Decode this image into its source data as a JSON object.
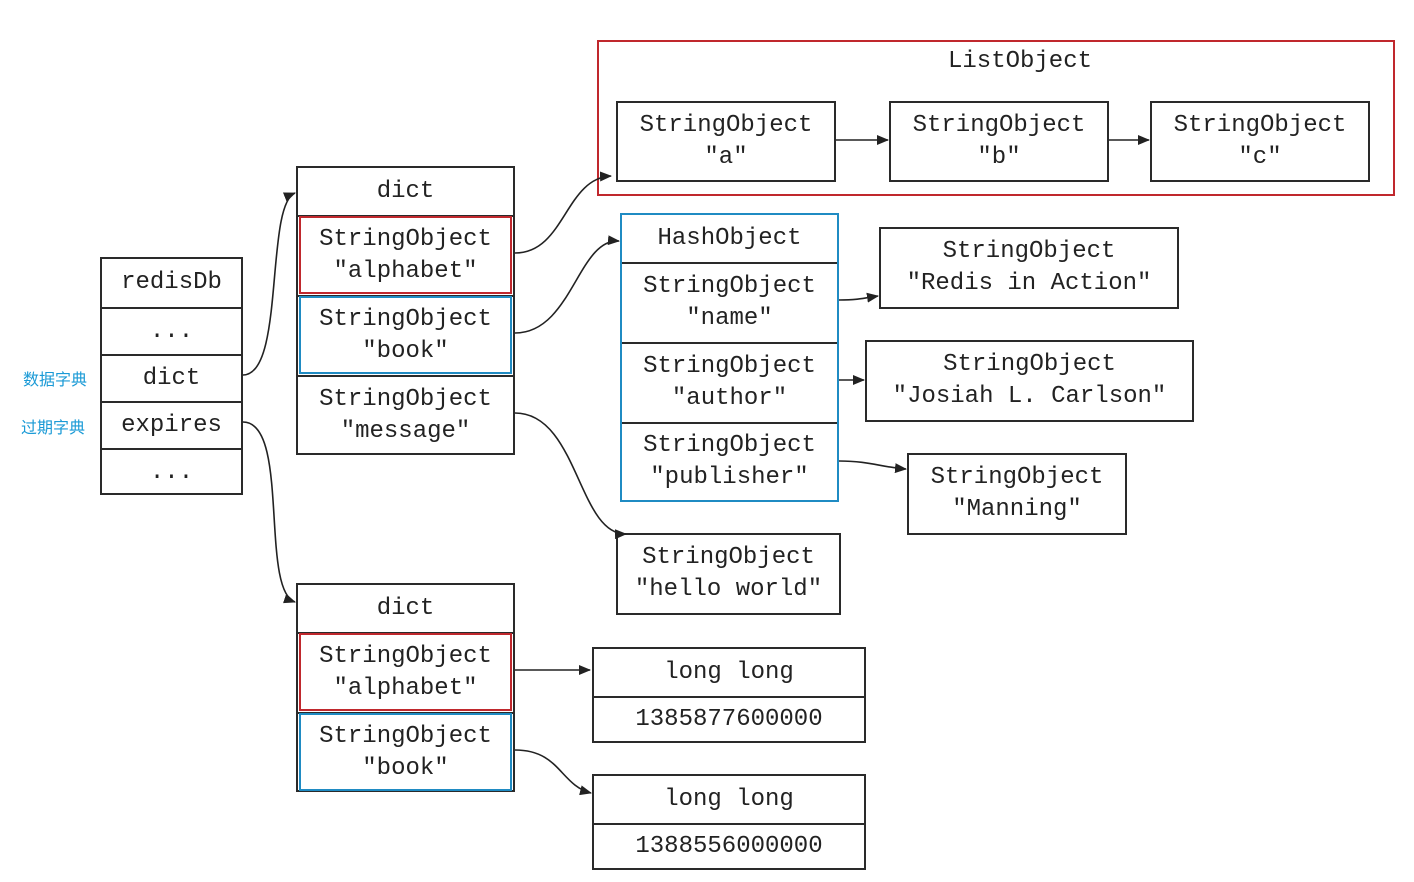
{
  "labels": {
    "data_dict": "数据字典",
    "expire_dict": "过期字典"
  },
  "redisdb": {
    "rows": [
      "redisDb",
      "...",
      "dict",
      "expires",
      "..."
    ]
  },
  "dict_main": {
    "header": "dict",
    "entries": [
      {
        "type": "StringObject",
        "value": "\"alphabet\""
      },
      {
        "type": "StringObject",
        "value": "\"book\""
      },
      {
        "type": "StringObject",
        "value": "\"message\""
      }
    ]
  },
  "list_object": {
    "title": "ListObject",
    "items": [
      {
        "type": "StringObject",
        "value": "\"a\""
      },
      {
        "type": "StringObject",
        "value": "\"b\""
      },
      {
        "type": "StringObject",
        "value": "\"c\""
      }
    ]
  },
  "hash_object": {
    "title": "HashObject",
    "fields": [
      {
        "type": "StringObject",
        "value": "\"name\""
      },
      {
        "type": "StringObject",
        "value": "\"author\""
      },
      {
        "type": "StringObject",
        "value": "\"publisher\""
      }
    ]
  },
  "hash_values": [
    {
      "type": "StringObject",
      "value": "\"Redis in Action\""
    },
    {
      "type": "StringObject",
      "value": "\"Josiah L. Carlson\""
    },
    {
      "type": "StringObject",
      "value": "\"Manning\""
    }
  ],
  "message_value": {
    "type": "StringObject",
    "value": "\"hello world\""
  },
  "dict_expires": {
    "header": "dict",
    "entries": [
      {
        "type": "StringObject",
        "value": "\"alphabet\""
      },
      {
        "type": "StringObject",
        "value": "\"book\""
      }
    ]
  },
  "expire_values": [
    {
      "type": "long long",
      "value": "1385877600000"
    },
    {
      "type": "long long",
      "value": "1388556000000"
    }
  ],
  "colors": {
    "red": "#c0282d",
    "blue": "#1f8bc3",
    "label": "#1a9ad6"
  }
}
